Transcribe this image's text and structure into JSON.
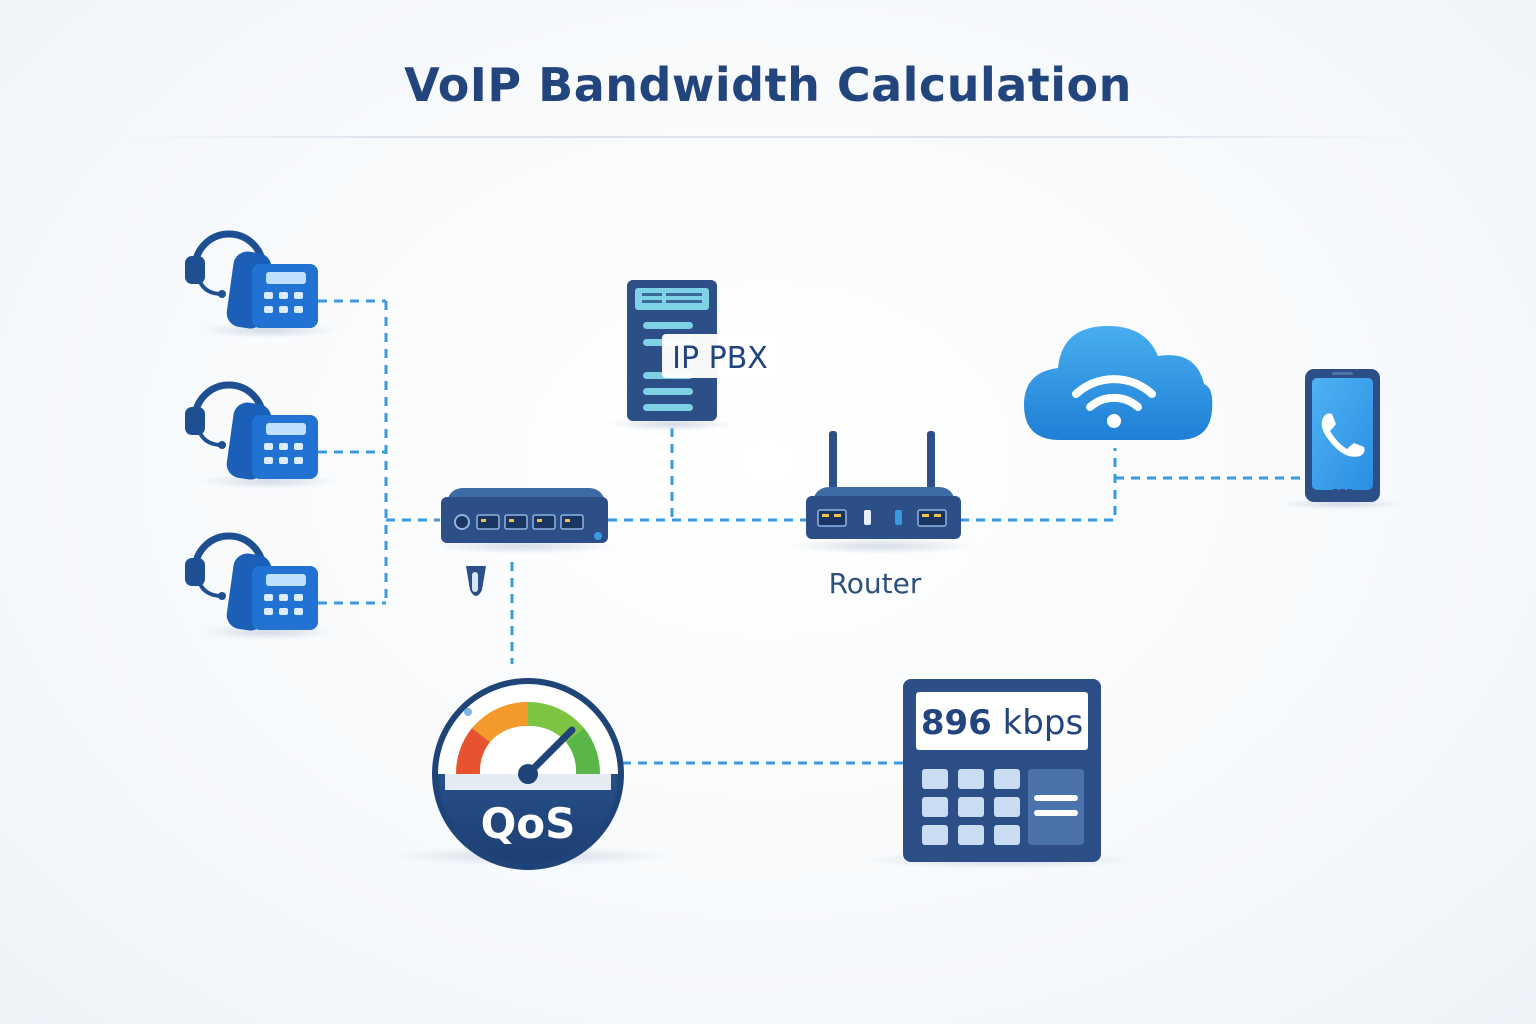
{
  "title": "VoIP Bandwidth Calculation",
  "nodes": {
    "ip_pbx": {
      "label": "IP PBX",
      "icon": "server-icon"
    },
    "router": {
      "label": "Router",
      "icon": "router-icon"
    },
    "switch": {
      "icon": "switch-icon"
    },
    "cloud": {
      "icon": "cloud-wifi-icon"
    },
    "mobile": {
      "icon": "smartphone-call-icon"
    },
    "qos": {
      "label": "QoS",
      "icon": "qos-gauge-icon"
    },
    "calculator": {
      "display": "896 kbps",
      "icon": "calculator-icon"
    },
    "phones": [
      {
        "icon": "headset-desk-phone-icon"
      },
      {
        "icon": "headset-desk-phone-icon"
      },
      {
        "icon": "headset-desk-phone-icon"
      }
    ]
  },
  "colors": {
    "title": "#23457e",
    "link": "#3a9ae0",
    "device_dark": "#2b4f86",
    "phone_blue": "#1f67c6",
    "cloud_blue": "#2b93e2",
    "gauge_red": "#e8532f",
    "gauge_orange": "#f39a2b",
    "gauge_green": "#5bb648"
  }
}
